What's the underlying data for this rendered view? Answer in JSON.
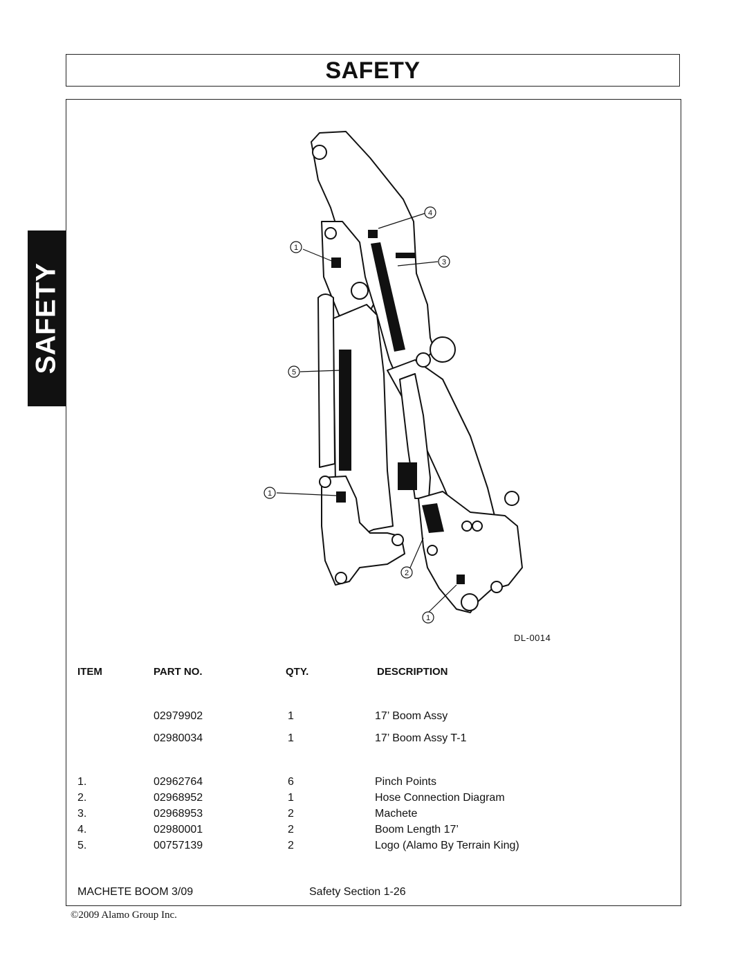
{
  "header": {
    "title": "SAFETY"
  },
  "side_tab": {
    "label": "SAFETY"
  },
  "diagram": {
    "drawing_id": "DL-0014",
    "callouts": [
      "4",
      "1",
      "3",
      "5",
      "1",
      "2",
      "1"
    ]
  },
  "table": {
    "headers": [
      "ITEM",
      "PART NO.",
      "QTY.",
      "DESCRIPTION"
    ],
    "assemblies": [
      {
        "part_no": "02979902",
        "qty": "1",
        "description": "17’ Boom Assy"
      },
      {
        "part_no": "02980034",
        "qty": "1",
        "description": "17’ Boom Assy T-1"
      }
    ],
    "items": [
      {
        "item": "1.",
        "part_no": "02962764",
        "qty": "6",
        "description": "Pinch Points"
      },
      {
        "item": "2.",
        "part_no": "02968952",
        "qty": "1",
        "description": "Hose Connection Diagram"
      },
      {
        "item": "3.",
        "part_no": "02968953",
        "qty": "2",
        "description": "Machete"
      },
      {
        "item": "4.",
        "part_no": "02980001",
        "qty": "2",
        "description": "Boom Length 17’"
      },
      {
        "item": "5.",
        "part_no": "00757139",
        "qty": "2",
        "description": "Logo (Alamo By Terrain King)"
      }
    ]
  },
  "footer": {
    "left": "MACHETE BOOM 3/09",
    "center": "Safety Section 1-26",
    "copyright": "©2009 Alamo Group Inc."
  }
}
